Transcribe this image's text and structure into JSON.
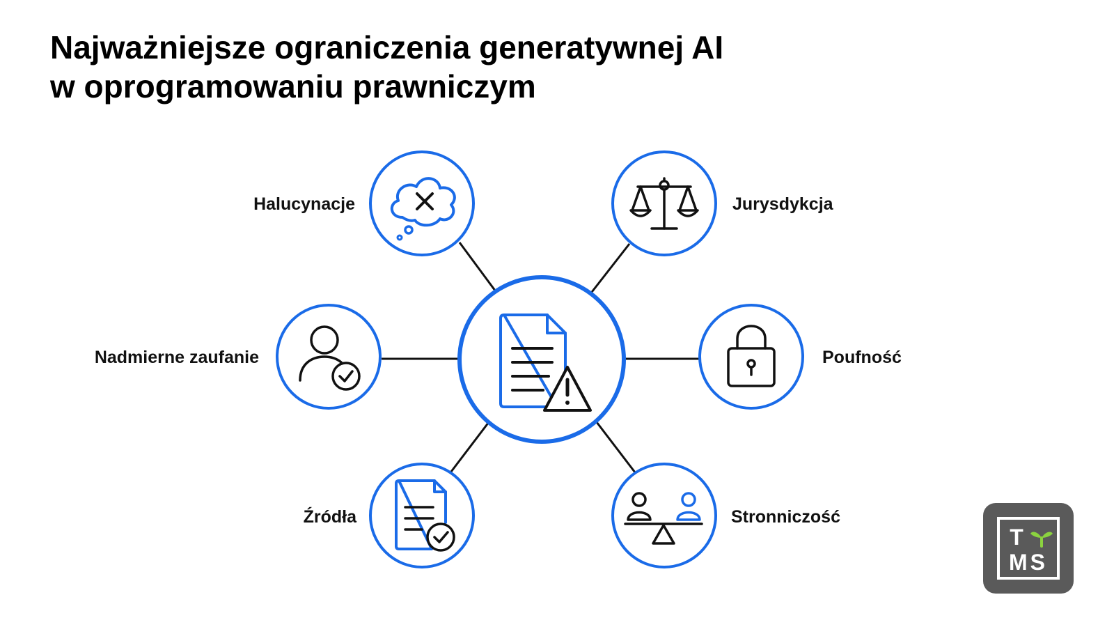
{
  "title": {
    "line1": "Najważniejsze ograniczenia generatywnej AI",
    "line2": "w oprogramowaniu prawniczym"
  },
  "center": {
    "icon": "document-warning-icon"
  },
  "nodes": [
    {
      "label": "Halucynacje",
      "icon": "thought-cloud-x-icon"
    },
    {
      "label": "Jurysdykcja",
      "icon": "scales-icon"
    },
    {
      "label": "Nadmierne zaufanie",
      "icon": "user-check-icon"
    },
    {
      "label": "Poufność",
      "icon": "padlock-icon"
    },
    {
      "label": "Źródła",
      "icon": "document-check-icon"
    },
    {
      "label": "Stronniczość",
      "icon": "biased-seesaw-icon"
    }
  ],
  "logo": {
    "text_top": "T",
    "text_bottom": "MS",
    "icon": "sprout-icon"
  },
  "colors": {
    "accent": "#1a6be8",
    "line": "#111111",
    "logo_bg": "#5a5a5a",
    "logo_sprout": "#8bd33f"
  }
}
